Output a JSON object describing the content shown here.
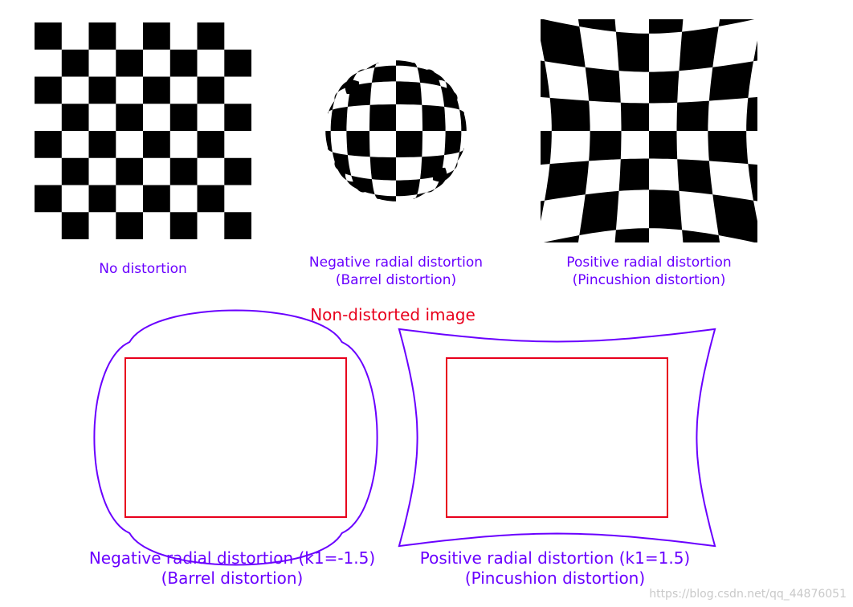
{
  "colors": {
    "caption": "#6a00ff",
    "reference": "#e8001c",
    "distorted_outline": "#6a00ff",
    "checker_dark": "#000000",
    "checker_light": "#ffffff"
  },
  "checkerboards": {
    "none": {
      "label": "No distortion",
      "k1": 0
    },
    "barrel": {
      "label_line1": "Negative radial distortion",
      "label_line2": "(Barrel distortion)",
      "k1": -0.35
    },
    "pincushion": {
      "label_line1": "Positive radial distortion",
      "label_line2": "(Pincushion distortion)",
      "k1": 0.35
    }
  },
  "reference_label": "Non-distorted image",
  "rect_diagrams": {
    "barrel": {
      "label_line1": "Negative radial distortion (k1=-1.5)",
      "label_line2": "(Barrel distortion)",
      "k1": -1.5
    },
    "pincushion": {
      "label_line1": "Positive radial distortion (k1=1.5)",
      "label_line2": "(Pincushion distortion)",
      "k1": 1.5
    }
  },
  "watermark": "https://blog.csdn.net/qq_44876051"
}
